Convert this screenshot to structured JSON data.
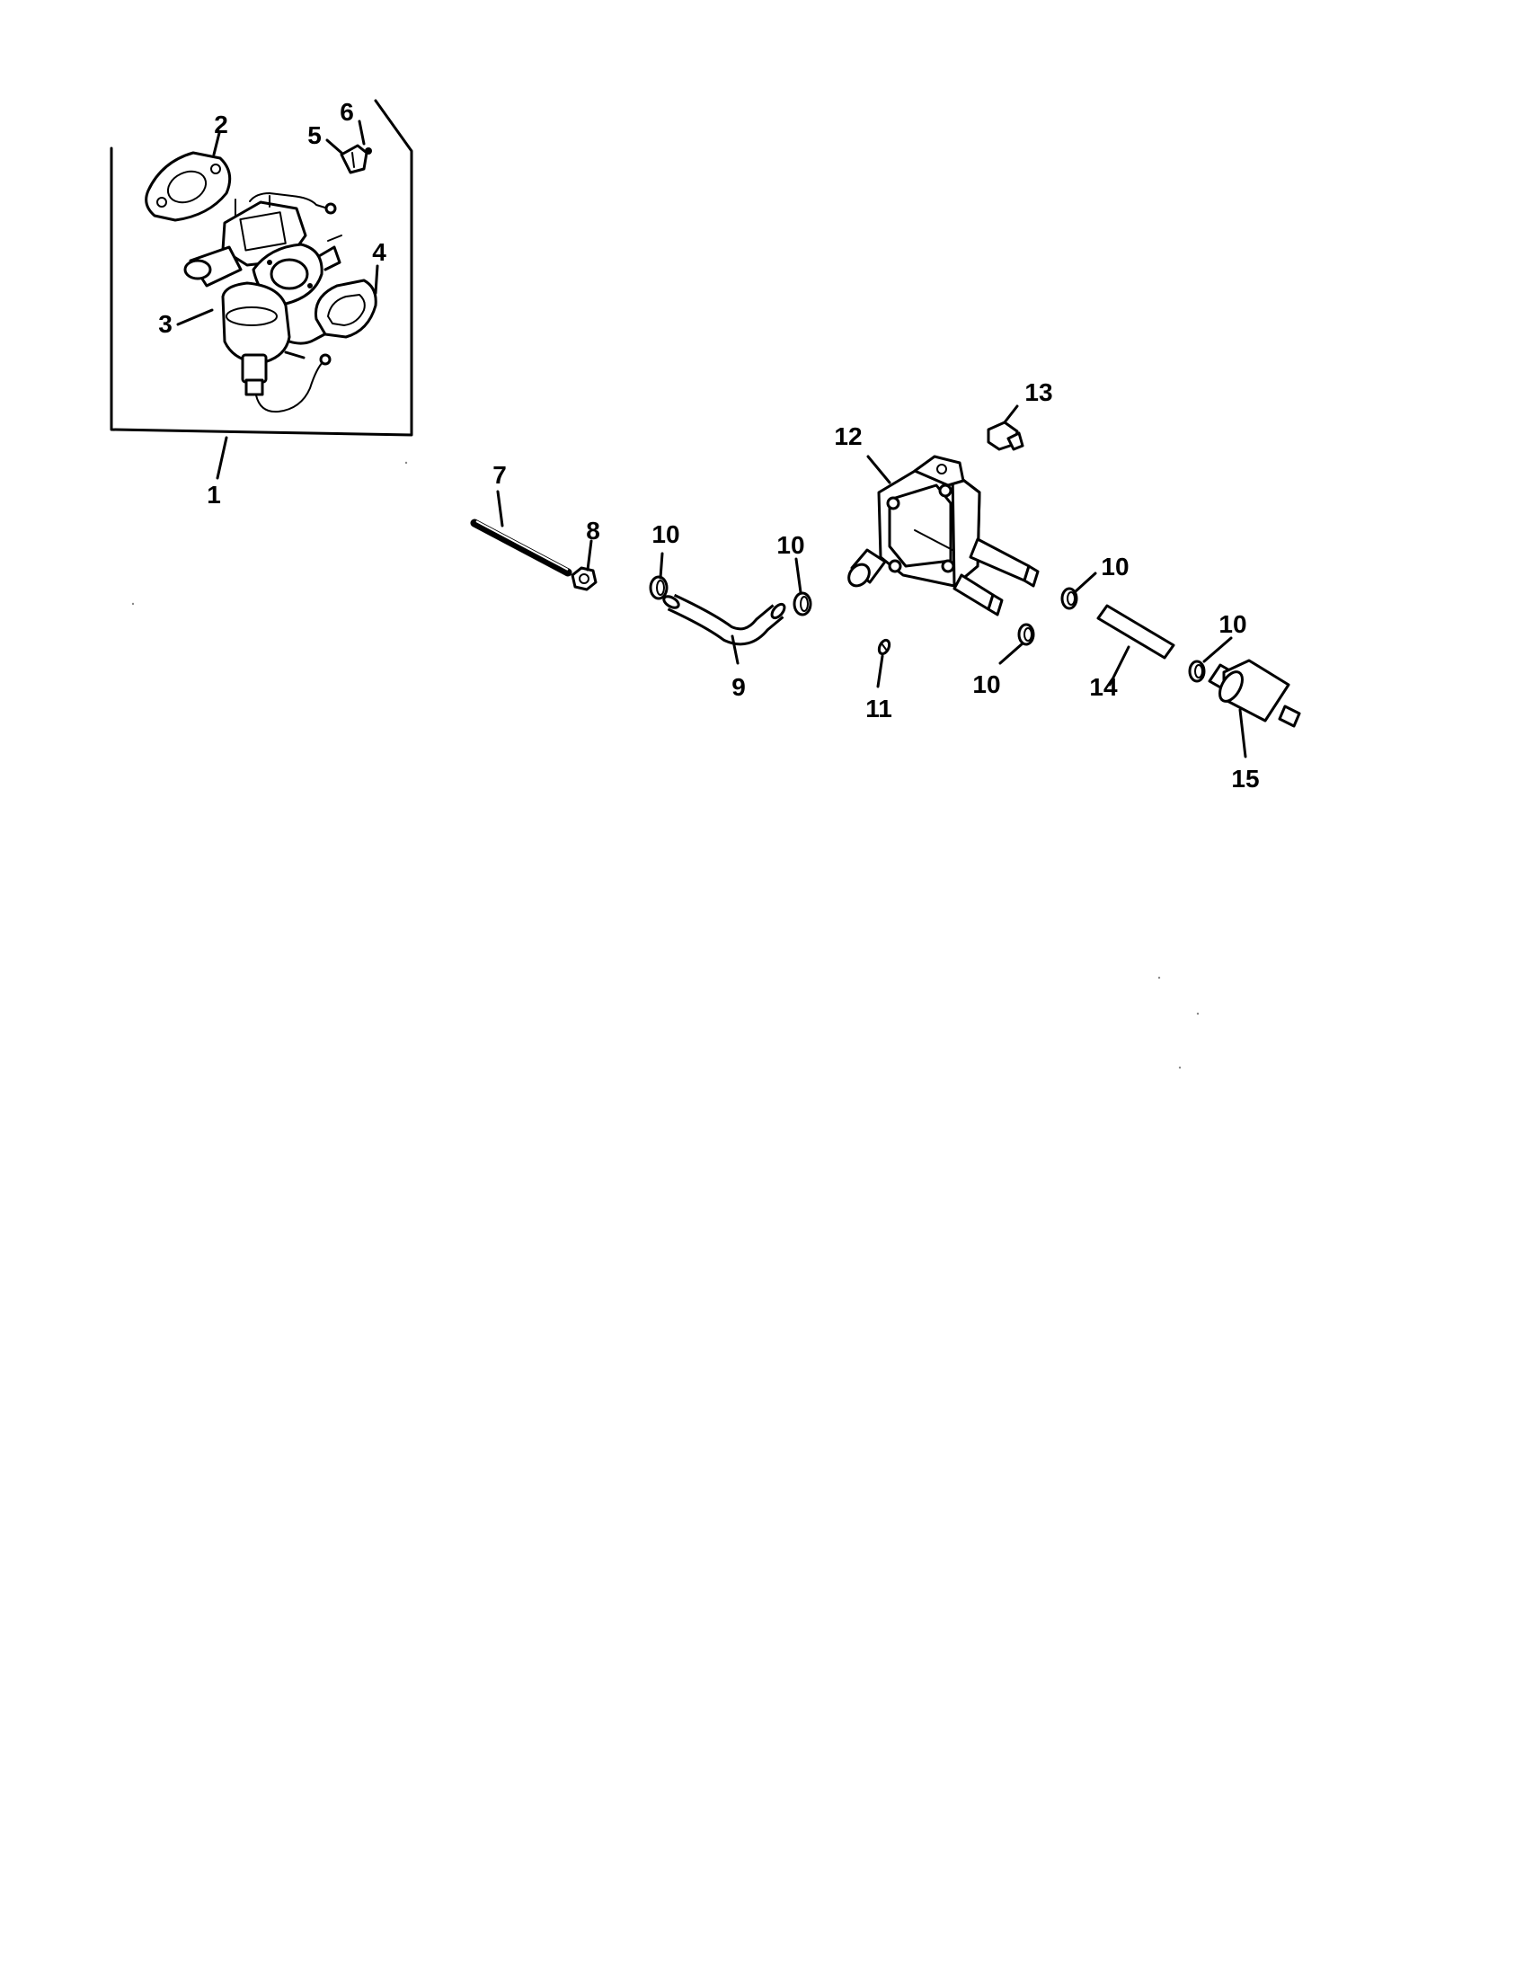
{
  "diagram": {
    "type": "exploded-parts-diagram",
    "callouts": [
      {
        "id": "1",
        "label": "1",
        "part": "carburetor-assembly"
      },
      {
        "id": "2",
        "label": "2",
        "part": "gasket"
      },
      {
        "id": "3",
        "label": "3",
        "part": "carburetor"
      },
      {
        "id": "4",
        "label": "4",
        "part": "gasket"
      },
      {
        "id": "5",
        "label": "5",
        "part": "bracket"
      },
      {
        "id": "6",
        "label": "6",
        "part": "screw"
      },
      {
        "id": "7",
        "label": "7",
        "part": "stud"
      },
      {
        "id": "8",
        "label": "8",
        "part": "nut"
      },
      {
        "id": "9",
        "label": "9",
        "part": "fuel-line"
      },
      {
        "id": "10a",
        "label": "10",
        "part": "clamp"
      },
      {
        "id": "10b",
        "label": "10",
        "part": "clamp"
      },
      {
        "id": "10c",
        "label": "10",
        "part": "clamp"
      },
      {
        "id": "10d",
        "label": "10",
        "part": "clamp"
      },
      {
        "id": "10e",
        "label": "10",
        "part": "clamp"
      },
      {
        "id": "11",
        "label": "11",
        "part": "screw"
      },
      {
        "id": "12",
        "label": "12",
        "part": "fuel-pump"
      },
      {
        "id": "13",
        "label": "13",
        "part": "fitting"
      },
      {
        "id": "14",
        "label": "14",
        "part": "fuel-line"
      },
      {
        "id": "15",
        "label": "15",
        "part": "fuel-filter"
      }
    ]
  }
}
